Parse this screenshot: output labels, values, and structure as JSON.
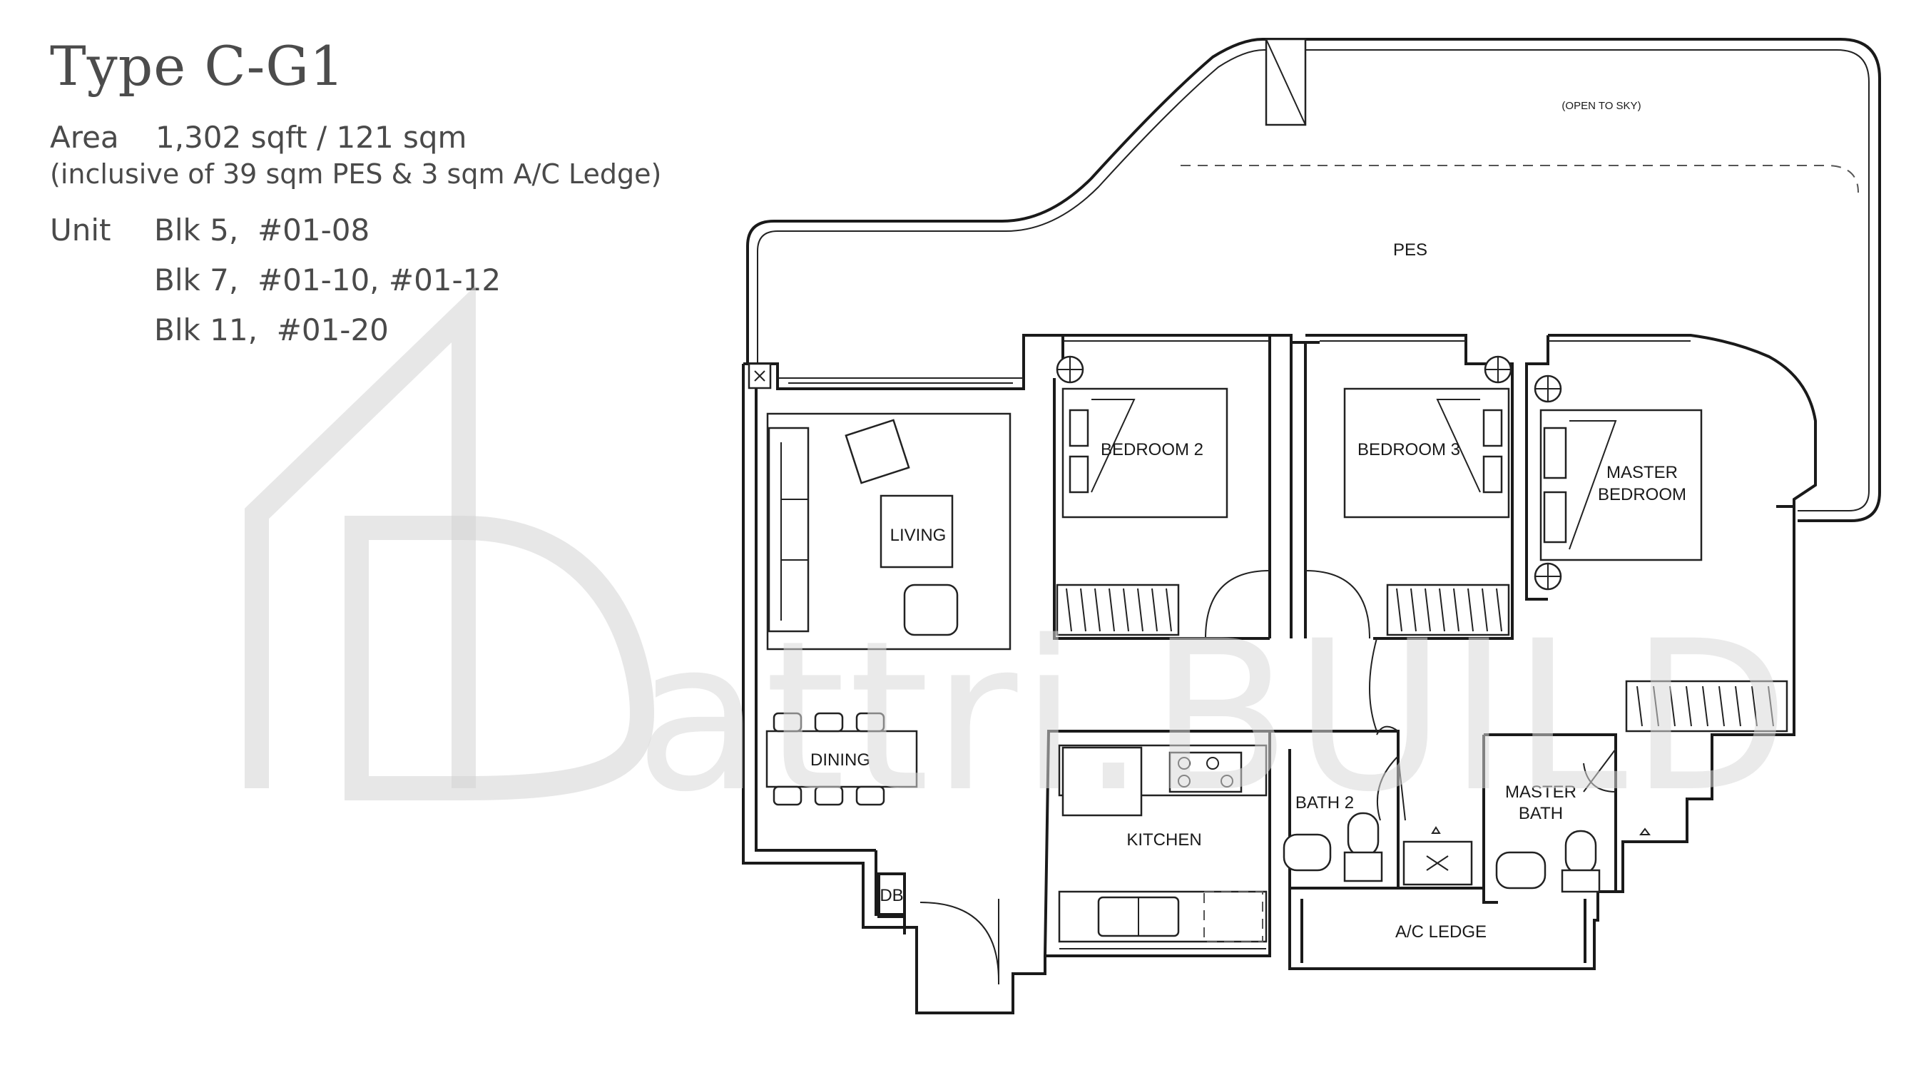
{
  "header": {
    "title": "Type C-G1",
    "area_label": "Area",
    "area_value": "1,302 sqft / 121 sqm",
    "area_note": "(inclusive of 39 sqm PES & 3 sqm A/C Ledge)",
    "unit_label": "Unit",
    "units": [
      {
        "block": "Blk 5,",
        "numbers": "#01-08"
      },
      {
        "block": "Blk 7,",
        "numbers": "#01-10, #01-12"
      },
      {
        "block": "Blk 11,",
        "numbers": "#01-20"
      }
    ]
  },
  "plan": {
    "labels": {
      "open_to_sky": "(OPEN TO SKY)",
      "pes": "PES",
      "living": "LIVING",
      "dining": "DINING",
      "bedroom2": "BEDROOM 2",
      "bedroom3": "BEDROOM 3",
      "master_bedroom_1": "MASTER",
      "master_bedroom_2": "BEDROOM",
      "kitchen": "KITCHEN",
      "bath2": "BATH 2",
      "master_bath_1": "MASTER",
      "master_bath_2": "BATH",
      "ac_ledge": "A/C LEDGE",
      "db": "DB"
    }
  },
  "watermark": {
    "text": "attri.BUILD"
  }
}
